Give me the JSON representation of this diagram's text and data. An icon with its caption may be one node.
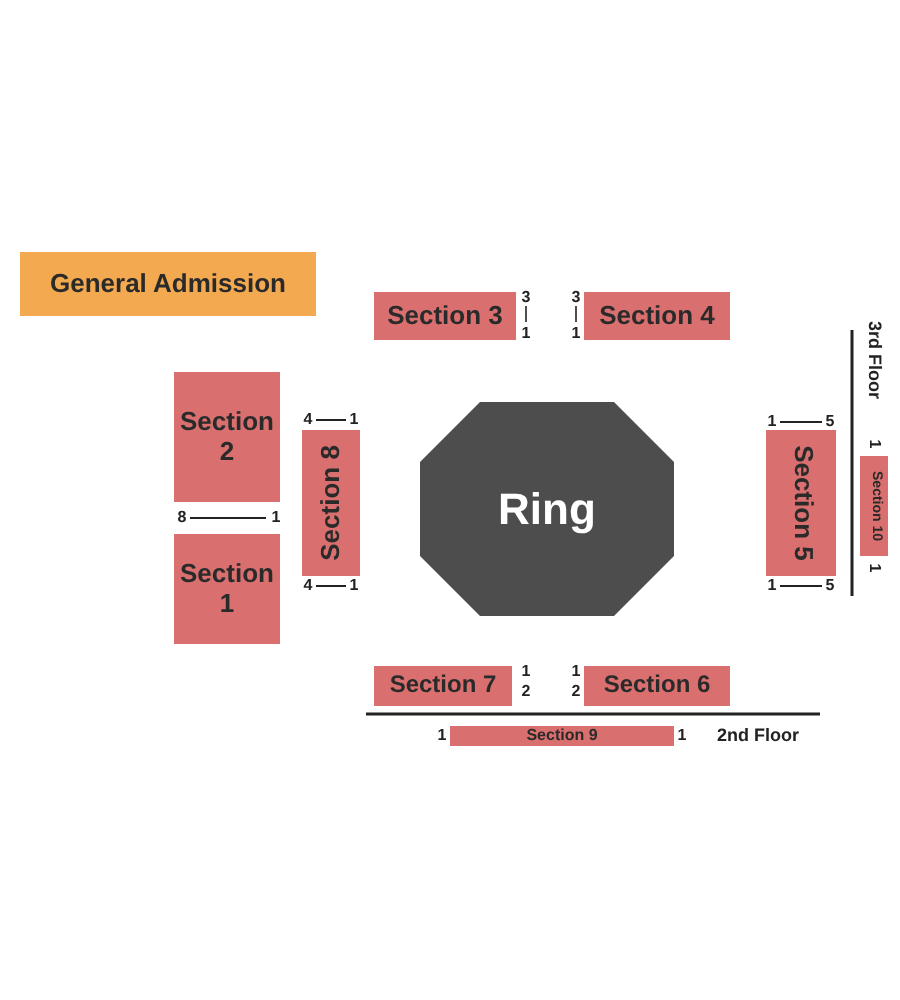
{
  "diagram": {
    "nodes": [
      {
        "text": [
          "General Admission"
        ]
      },
      {
        "text": [
          "Section 3"
        ]
      },
      {
        "text": [
          "Section 4"
        ]
      },
      {
        "text": [
          "Section 2"
        ]
      },
      {
        "text": [
          "Section 8"
        ]
      },
      {
        "text": [
          "Ring"
        ]
      },
      {
        "text": [
          "Section 5"
        ]
      },
      {
        "text": [
          "Section 10"
        ]
      },
      {
        "text": [
          "Section 1"
        ]
      },
      {
        "text": [
          "Section 7"
        ]
      },
      {
        "text": [
          "Section 6"
        ]
      },
      {
        "text": [
          "Section 9"
        ]
      }
    ],
    "edges": [],
    "labels": [
      "3",
      "1",
      "3",
      "1",
      "3rd Floor",
      "4",
      "1",
      "1",
      "5",
      "1",
      "8",
      "1",
      "1",
      "4",
      "1",
      "1",
      "5",
      "1",
      "2",
      "1",
      "2",
      "1",
      "1",
      "2nd Floor"
    ]
  }
}
